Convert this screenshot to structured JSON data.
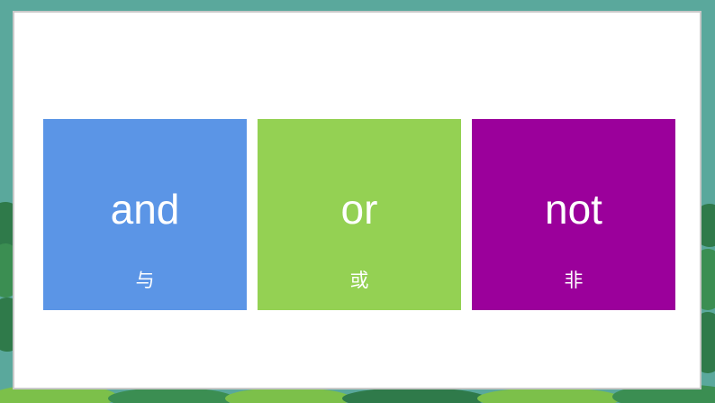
{
  "colors": {
    "frame_background": "#4fa39a",
    "slide_background": "#ffffff",
    "foliage_light": "#7cc04a",
    "foliage_dark": "#2f7a4a"
  },
  "cards": [
    {
      "word": "and",
      "translation": "与",
      "color": "#5b95e6"
    },
    {
      "word": "or",
      "translation": "或",
      "color": "#94d153"
    },
    {
      "word": "not",
      "translation": "非",
      "color": "#9b009b"
    }
  ]
}
